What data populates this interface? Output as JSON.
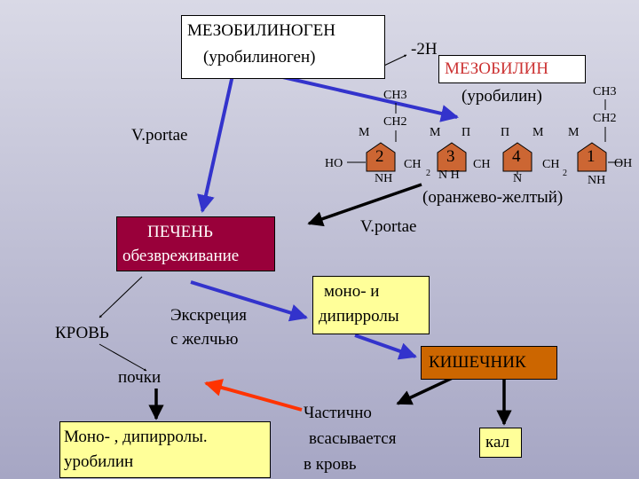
{
  "top": {
    "mesobilinogen": "МЕЗОБИЛИНОГЕН",
    "urobilinogen": "(уробилиноген)",
    "minus2h": "-2H",
    "mesobilin": "МЕЗОБИЛИН",
    "urobilin": "(уробилин)"
  },
  "left": {
    "vportae": "V.portae"
  },
  "molecule": {
    "ch3_left": "CH3",
    "ch2_left": "CH2",
    "ch3_right": "CH3",
    "ch2_right": "CH2",
    "m1": "М",
    "m2": "М",
    "p1": "П",
    "p2": "П",
    "m3": "М",
    "m4": "М",
    "ho": "HO",
    "oh": "OH",
    "ring1": "2",
    "ring2": "3",
    "ring3": "4",
    "ring4": "1",
    "ch2_a": "CH",
    "sub2_a": "2",
    "ch_b": "CH",
    "ch2_c": "CH",
    "sub2_c": "2",
    "nh1": "NH",
    "nh2": "N H",
    "n3": "N",
    "nh4": "NH",
    "color_label": "(оранжево-желтый)"
  },
  "middle": {
    "vportae2": "V.portae",
    "pechen": "ПЕЧЕНЬ",
    "obezvr": "обезвреживание",
    "mono_di_1": "моно- и",
    "mono_di_2": "дипирролы",
    "krov": "КРОВЬ",
    "ekskr_1": "Экскреция",
    "ekskr_2": "с желчью",
    "kishechnik": "КИШЕЧНИК",
    "pochki": "почки"
  },
  "bottom": {
    "mono_1": "Моно- , дипирролы.",
    "mono_2": "уробилин",
    "chast_1": "Частично",
    "chast_2": "всасывается",
    "chast_3": "в кровь",
    "kal": "кал"
  },
  "colors": {
    "blue_arrow": "#3333cc",
    "red_arrow": "#ff3300",
    "black_arrow": "#000000",
    "hex_fill": "#cc6633",
    "ch_red": "#ff0000"
  }
}
